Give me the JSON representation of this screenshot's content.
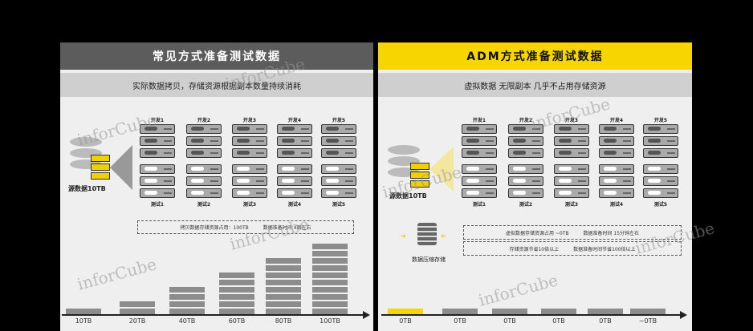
{
  "left": {
    "title": "常见方式准备测试数据",
    "subtitle": "实际数据拷贝，存储资源根据副本数量持续消耗",
    "dev": [
      "开发1",
      "开发2",
      "开发3",
      "开发4",
      "开发5"
    ],
    "test": [
      "测试1",
      "测试2",
      "测试3",
      "测试4",
      "测试5"
    ],
    "source": "源数据10TB",
    "note1": "拷贝数据存储资源占用：100TB",
    "note2": "数据准备时间 4周左右",
    "bars": [
      1,
      2,
      4,
      6,
      8,
      10
    ],
    "bar_labels": [
      "10TB",
      "20TB",
      "40TB",
      "60TB",
      "80TB",
      "100TB"
    ]
  },
  "right": {
    "title": "ADM方式准备测试数据",
    "subtitle": "虚拟数据 无限副本 几乎不占用存储资源",
    "dev": [
      "开发1",
      "开发2",
      "开发3",
      "开发4",
      "开发5"
    ],
    "test": [
      "测试1",
      "测试2",
      "测试3",
      "测试4",
      "测试5"
    ],
    "source": "源数据10TB",
    "compress": "数据压缩存储",
    "note1a": "虚拟数据存储资源占用 ~0TB",
    "note1b": "数据准备时间 15分钟左右",
    "note2a": "存储资源节省10倍以上",
    "note2b": "数据准备时间节省100倍以上",
    "bar_labels": [
      "0TB",
      "0TB",
      "0TB",
      "0TB",
      "0TB",
      "~0TB"
    ]
  },
  "watermark": "inforCube",
  "colors": {
    "accent": "#f7d500",
    "dark": "#5c5c5c"
  }
}
